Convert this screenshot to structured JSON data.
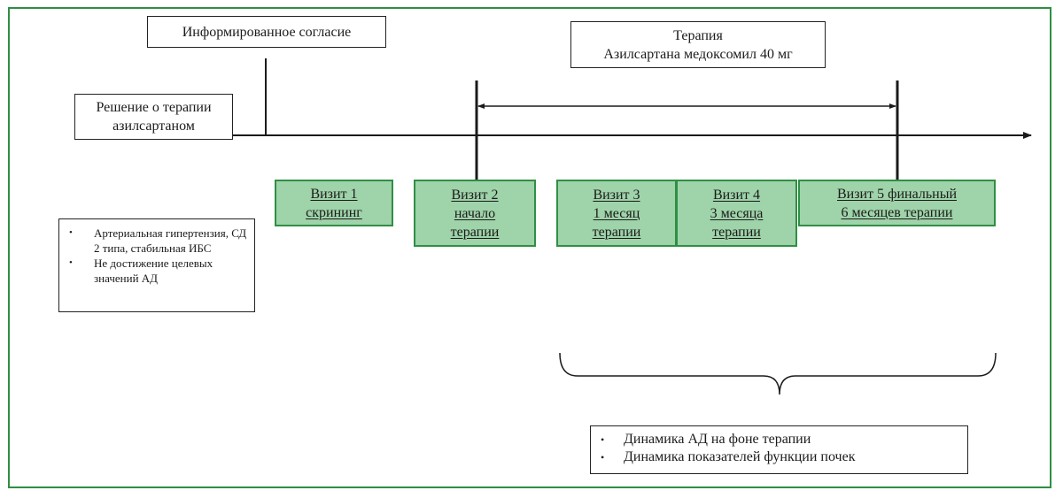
{
  "colors": {
    "frame": "#2f8f44",
    "visit_fill": "#9fd3a9",
    "visit_border": "#2f8f44",
    "line": "#1b1b1b"
  },
  "labels": {
    "informed_consent": "Информированное согласие",
    "therapy_decision": [
      "Решение о терапии",
      "азилсартаном"
    ],
    "therapy": [
      "Терапия",
      "Азилсартана медоксомил 40 мг"
    ]
  },
  "visits": [
    {
      "lines": [
        "Визит 1",
        "скрининг"
      ]
    },
    {
      "lines": [
        "Визит 2",
        "начало",
        "терапии"
      ]
    },
    {
      "lines": [
        "Визит 3",
        "1 месяц",
        "терапии"
      ]
    },
    {
      "lines": [
        "Визит 4",
        "3 месяца",
        "терапии"
      ]
    },
    {
      "lines": [
        "Визит 5 финальный",
        "6 месяцев терапии"
      ]
    }
  ],
  "patient_criteria": [
    "Артериальная гипертензия, СД 2 типа, стабильная ИБС",
    "Не достижение целевых значений АД"
  ],
  "outcomes": [
    "Динамика АД на фоне терапии",
    "Динамика показателей функции почек"
  ]
}
